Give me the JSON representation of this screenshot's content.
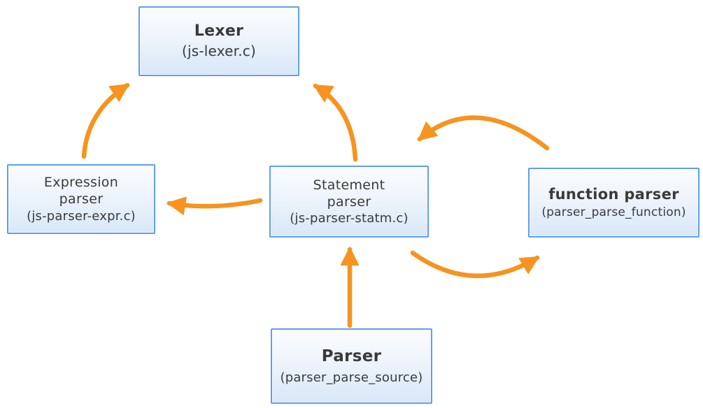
{
  "nodes": [
    {
      "id": "lexer",
      "title": "Lexer",
      "subtitle": "(js-lexer.c)"
    },
    {
      "id": "expression-parser",
      "title": "Expression parser",
      "subtitle": "(js-parser-expr.c)"
    },
    {
      "id": "statement-parser",
      "title": "Statement parser",
      "subtitle": "(js-parser-statm.c)"
    },
    {
      "id": "function-parser",
      "title": "function parser",
      "subtitle": "(parser_parse_function)"
    },
    {
      "id": "parser",
      "title": "Parser",
      "subtitle": "(parser_parse_source)"
    }
  ],
  "edges": [
    {
      "from": "expression-parser",
      "to": "lexer"
    },
    {
      "from": "statement-parser",
      "to": "lexer"
    },
    {
      "from": "statement-parser",
      "to": "expression-parser"
    },
    {
      "from": "function-parser",
      "to": "statement-parser"
    },
    {
      "from": "statement-parser",
      "to": "function-parser"
    },
    {
      "from": "parser",
      "to": "statement-parser"
    }
  ],
  "colors": {
    "arrow": "#F7931E",
    "node_border": "#5F9FE8",
    "node_fill_top": "#FBFCFF",
    "node_fill_mid": "#EEF4FC",
    "node_fill_bottom": "#D8E7F8",
    "text": "#3A3A3A"
  }
}
